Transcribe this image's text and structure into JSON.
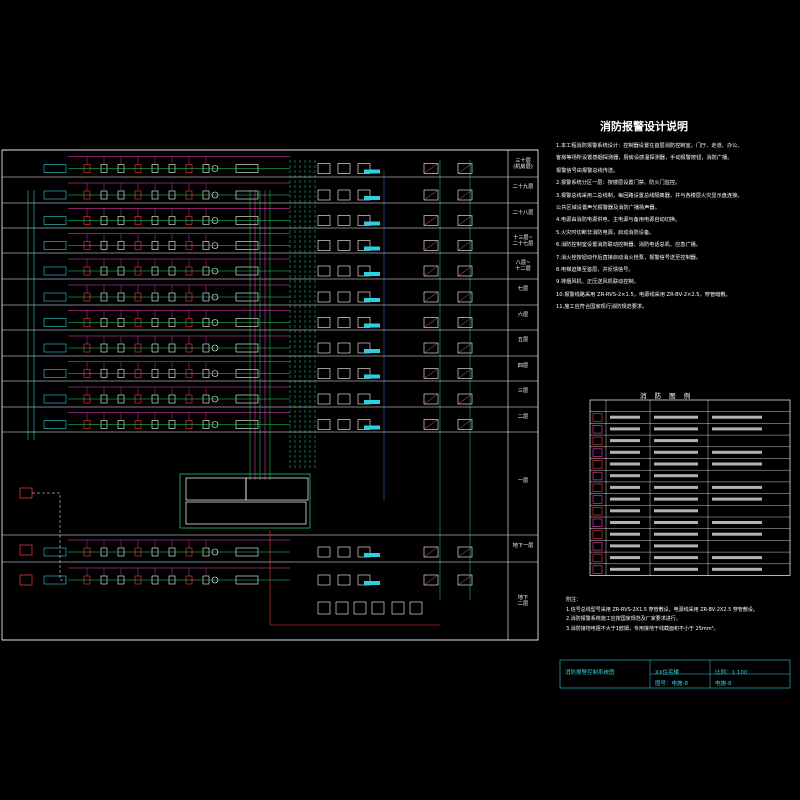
{
  "sheet": {
    "title": "消防报警设计说明",
    "notes": [
      "1.本工程消防报警系统设计：控制器设置在首层消防控制室，门厅、走道、办公、",
      "  客房等场所设置感烟探测器，厨房设感温探测器，手动报警按钮，消防广播。",
      "  报警信号由报警总线传送。",
      "2.报警系统分区一层：按楼层设置门禁、防火门监控。",
      "3.报警总线采用二总线制，每回路设置总线隔离器，并与各楼层火灾显示盘连接。",
      "  公共区域设置声光报警器及消防广播扬声器。",
      "4.电源由消防电源供电，主电源与备用电源自动切换。",
      "5.火灾时切断非消防电源，启动消防设备。",
      "6.消防控制室设置消防联动控制器、消防电话总机、应急广播。",
      "7.消火栓按钮动作后直接启动消火栓泵，报警信号送至控制器。",
      "8.电梯迫降至首层，并反馈信号。",
      "9.排烟风机、正压送风机联动控制。",
      "10.报警线路采用 ZR-RVS-2×1.5，电源线采用 ZR-BV-2×2.5，穿管暗敷。",
      "11.施工应符合国家现行消防规范要求。"
    ],
    "legend_title": "消 防 图 例",
    "foot_title": "附注：",
    "foot_notes": [
      "1.信号总线型号采用 ZR-RVS-2X1.5 穿管敷设，电源线采用 ZR-BV-2X2.5 穿管敷设。",
      "2.消防报警系统施工应按国家规范及厂家要求进行。",
      "3.消防接地电阻不大于1欧姆，专用接地干线截面积不小于 25mm²。"
    ],
    "title_block": {
      "drawing_name": "消防报警控制系统图",
      "project": "XX住宅楼",
      "scale": "图号：电施-8",
      "date": "比例：1:100",
      "no": "电施-8"
    }
  },
  "floors": [
    {
      "label": "三十层\n(机房层)"
    },
    {
      "label": "二十九层"
    },
    {
      "label": "二十八层"
    },
    {
      "label": "十三层~\n二十七层"
    },
    {
      "label": "八层~\n十二层"
    },
    {
      "label": "七层"
    },
    {
      "label": "六层"
    },
    {
      "label": "五层"
    },
    {
      "label": "四层"
    },
    {
      "label": "三层"
    },
    {
      "label": "二层"
    },
    {
      "label": "一层"
    },
    {
      "label": "地下一层"
    },
    {
      "label": "地下\n二层"
    }
  ],
  "legend_rows": 14,
  "colors": {
    "background": "#000000",
    "cyan": "#2ed0e0",
    "green": "#22e06a",
    "magenta": "#ff3fc8",
    "red": "#ff3b3b",
    "white": "#ffffff",
    "blue": "#4a6cff"
  }
}
